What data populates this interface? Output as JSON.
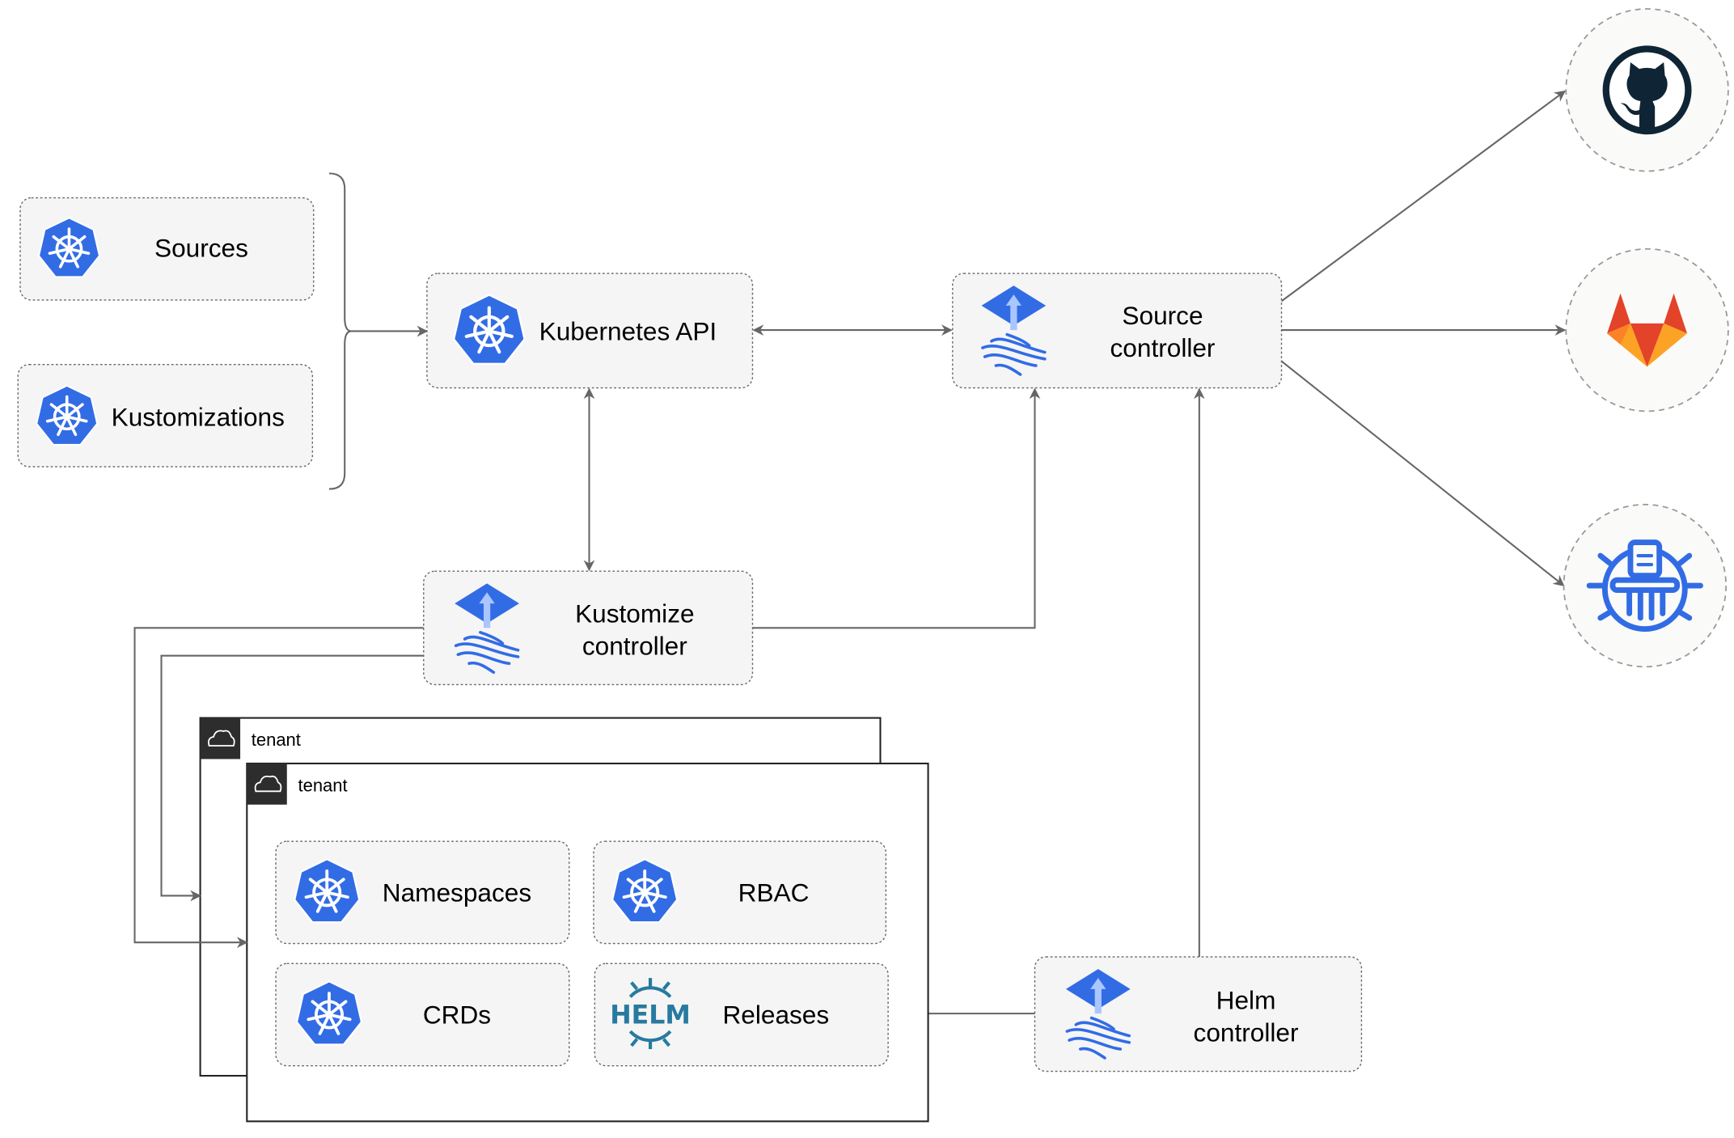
{
  "nodes": {
    "sources": "Sources",
    "kustomizations": "Kustomizations",
    "kubernetes_api": "Kubernetes API",
    "source_controller": [
      "Source",
      "controller"
    ],
    "kustomize_controller": [
      "Kustomize",
      "controller"
    ],
    "helm_controller": [
      "Helm",
      "controller"
    ],
    "namespaces": "Namespaces",
    "rbac": "RBAC",
    "crds": "CRDs",
    "releases": "Releases"
  },
  "tenants": [
    "tenant",
    "tenant"
  ],
  "helm_logo_text": "HELM",
  "external_sources": [
    "github-icon",
    "gitlab-icon",
    "bucket-icon"
  ],
  "colors": {
    "k8s_blue": "#326ce5",
    "edge": "#666666",
    "box_fill": "#f5f5f5",
    "github_dark": "#0f2535",
    "gitlab_orange": "#e24329",
    "helm_blue": "#277a9f"
  }
}
